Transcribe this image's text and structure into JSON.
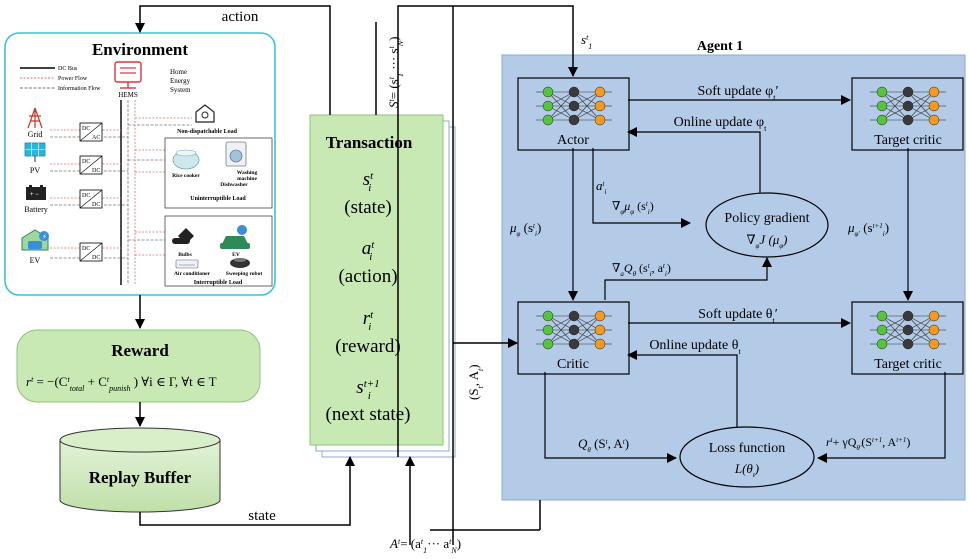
{
  "colors": {
    "env_border": "#3cc3d8",
    "green_fill": "#c8e8b4",
    "green_border": "#8cc37a",
    "agent_fill": "#b4cbe8",
    "agent_border": "#8eaad1",
    "dc_bus": "#000000",
    "power_flow": "#e36b6b",
    "info_flow": "#777777",
    "node_green": "#57c43d",
    "node_orange": "#f39a1f",
    "node_dark": "#3a3a3a"
  },
  "labels": {
    "action": "action",
    "state": "state",
    "s_all_eq": "S",
    "s_all_rhs": "= (s",
    "s_1": "s",
    "s_tuple": "(S",
    "s_tuple_a": ", A",
    "a_all": "A",
    "a_all_rhs": "= (a",
    "a_all_end": "··· a",
    "agent_title": "Agent 1"
  },
  "environment": {
    "title": "Environment",
    "legend": [
      "DC Bus",
      "Power Flow",
      "Information Flow"
    ],
    "hems_label": "HEMS",
    "hems_desc": [
      "Home",
      "Energy",
      "System"
    ],
    "sources": [
      "Grid",
      "PV",
      "Battery",
      "EV"
    ],
    "converters": [
      [
        "DC",
        "AC"
      ],
      [
        "DC",
        "DC"
      ],
      [
        "DC",
        "DC"
      ],
      [
        "DC",
        "DC"
      ]
    ],
    "loads": {
      "non_dispatchable": "Non-dispatchable Load",
      "rice_cooker": "Rice cooker",
      "washing": [
        "Washing",
        "machine"
      ],
      "dishwasher": "Dishwasher",
      "uninterruptible": "Uninterruptible Load",
      "bulbs": "Bulbs",
      "ev": "EV",
      "air_conditioner": "Air conditioner",
      "sweeping": "Sweeping robot",
      "interruptible": "Interruptible Load"
    }
  },
  "reward": {
    "title": "Reward",
    "formula_lhs": "r",
    "formula_mid": "= −(C",
    "formula_total": "total",
    "formula_plus": "+ C",
    "formula_punish": "punish",
    "formula_tail": ") ∀i ∈ Γ, ∀t ∈ T"
  },
  "replay_buffer": {
    "title": "Replay Buffer"
  },
  "transaction": {
    "title": "Transaction",
    "items": [
      {
        "sym": "s",
        "sup": "t",
        "sub": "i",
        "desc": "(state)"
      },
      {
        "sym": "a",
        "sup": "t",
        "sub": "i",
        "desc": "(action)"
      },
      {
        "sym": "r",
        "sup": "t",
        "sub": "i",
        "desc": "(reward)"
      },
      {
        "sym": "s",
        "sup": "t+1",
        "sub": "i",
        "desc": "(next state)"
      }
    ]
  },
  "agent": {
    "actor": "Actor",
    "critic": "Critic",
    "target_critic_top": "Target critic",
    "target_critic_bottom": "Target critic",
    "soft_update_top": "Soft update φ",
    "online_update_top": "Online update φ",
    "soft_update_bottom": "Soft update θ",
    "online_update_bottom": "Online update θ",
    "policy_gradient": "Policy gradient",
    "policy_formula": "∇",
    "loss_function": "Loss function",
    "loss_formula": "L(θ",
    "mu_left": "μ",
    "mu_right": "μ",
    "grad_mu": "∇",
    "grad_q": "∇",
    "a_i": "a",
    "q_left": "Q",
    "target_right": "r",
    "target_right_mid": "+ γQ",
    "target_right_args": "(S",
    "target_right_args2": ", A"
  }
}
